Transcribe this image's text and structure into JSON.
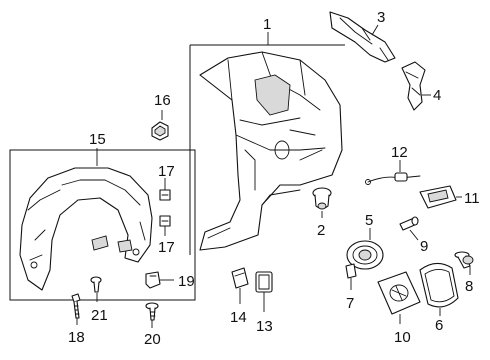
{
  "callouts": {
    "c1": "1",
    "c2": "2",
    "c3": "3",
    "c4": "4",
    "c5": "5",
    "c6": "6",
    "c7": "7",
    "c8": "8",
    "c9": "9",
    "c10": "10",
    "c11": "11",
    "c12": "12",
    "c13": "13",
    "c14": "14",
    "c15": "15",
    "c16": "16",
    "c17a": "17",
    "c17b": "17",
    "c18": "18",
    "c19": "19",
    "c20": "20",
    "c21": "21"
  }
}
